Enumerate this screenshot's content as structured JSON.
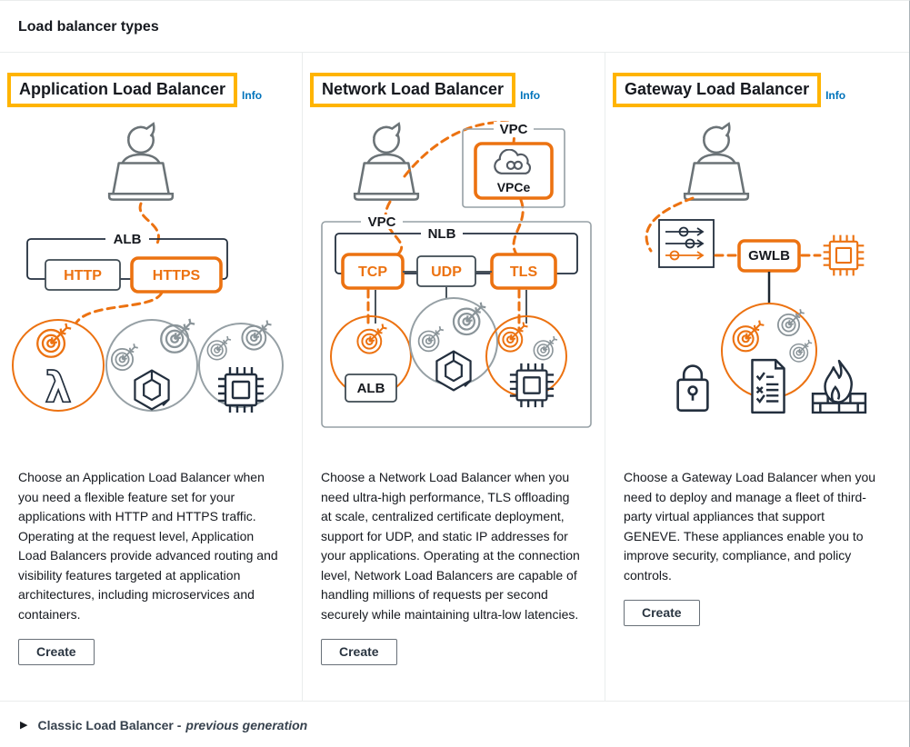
{
  "header": {
    "title": "Load balancer types"
  },
  "cards": [
    {
      "title": "Application Load Balancer",
      "info_label": "Info",
      "description": "Choose an Application Load Balancer when you need a flexible feature set for your applications with HTTP and HTTPS traffic. Operating at the request level, Application Load Balancers provide advanced routing and visibility features targeted at application architectures, including microservices and containers.",
      "create_label": "Create",
      "diagram": {
        "lb": "ALB",
        "listener_http": "HTTP",
        "listener_https": "HTTPS"
      }
    },
    {
      "title": "Network Load Balancer",
      "info_label": "Info",
      "description": "Choose a Network Load Balancer when you need ultra-high performance, TLS offloading at scale, centralized certificate deployment, support for UDP, and static IP addresses for your applications. Operating at the connection level, Network Load Balancers are capable of handling millions of requests per second securely while maintaining ultra-low latencies.",
      "create_label": "Create",
      "diagram": {
        "vpc_top": "VPC",
        "vpce": "VPCe",
        "vpc_main": "VPC",
        "lb": "NLB",
        "tcp": "TCP",
        "udp": "UDP",
        "tls": "TLS",
        "target_alb": "ALB"
      }
    },
    {
      "title": "Gateway Load Balancer",
      "info_label": "Info",
      "description": "Choose a Gateway Load Balancer when you need to deploy and manage a fleet of third-party virtual appliances that support GENEVE. These appliances enable you to improve security, compliance, and policy controls.",
      "create_label": "Create",
      "diagram": {
        "lb": "GWLB"
      }
    }
  ],
  "expander": {
    "title": "Classic Load Balancer -",
    "subtitle": "previous generation"
  },
  "icons": {
    "lambda_glyph": "λ",
    "caret_glyph": "▶"
  },
  "colors": {
    "accent_orange": "#ec7211",
    "highlight_yellow": "#ffb400",
    "link_blue": "#0073bb",
    "text_dark": "#16191f",
    "divider": "#eaeded",
    "stroke_gray": "#8a9499"
  }
}
